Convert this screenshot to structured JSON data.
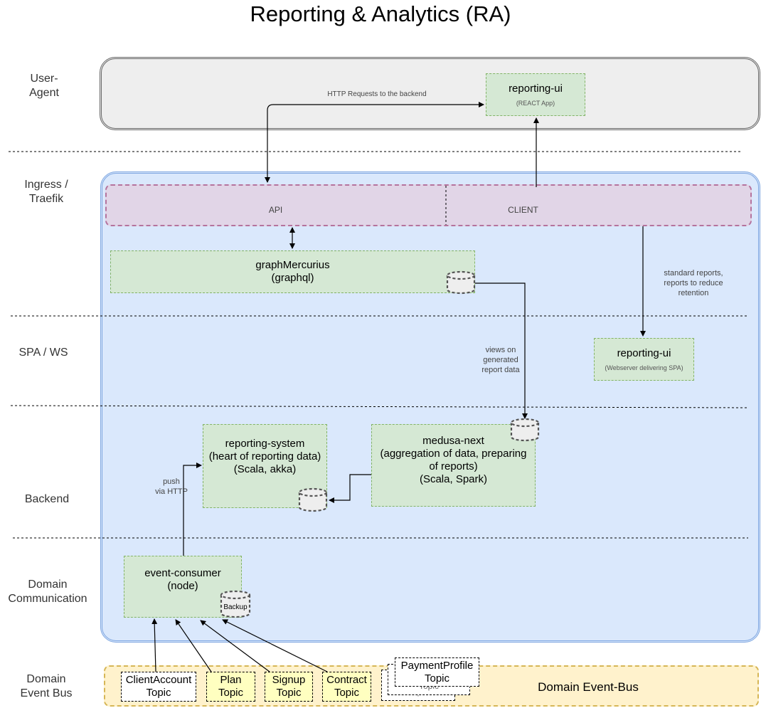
{
  "title": "Reporting & Analytics (RA)",
  "lanes": {
    "user_agent": "User-\nAgent",
    "ingress": "Ingress /\nTraefik",
    "spa": "SPA / WS",
    "backend": "Backend",
    "domain_comm": "Domain\nCommunication",
    "event_bus": "Domain\nEvent Bus"
  },
  "nodes": {
    "reporting_ui_top": {
      "name": "reporting-ui",
      "sub": "(REACT App)"
    },
    "ingress_api": "API",
    "ingress_client": "CLIENT",
    "graph": {
      "name": "graphMercurius\n(graphql)"
    },
    "reporting_ui_spa": {
      "name": "reporting-ui",
      "sub": "(Webserver delivering SPA)"
    },
    "reporting_system": {
      "name": "reporting-system\n(heart of reporting data)\n(Scala, akka)"
    },
    "medusa": {
      "name": "medusa-next\n(aggregation of data, preparing\nof reports)\n(Scala, Spark)"
    },
    "event_consumer": {
      "name": "event-consumer\n(node)"
    },
    "backup": "Backup"
  },
  "annotations": {
    "http_requests": "HTTP Requests to the backend",
    "standard_reports": "standard reports,\nreports to reduce\nretention",
    "views": "views on\ngenerated\nreport data",
    "push": "push\nvia HTTP"
  },
  "topics": {
    "client_account": "ClientAccount\nTopic",
    "plan": "Plan\nTopic",
    "signup": "Signup\nTopic",
    "contract": "Contract\nTopic",
    "payment_profile": "PaymentProfile\nTopic",
    "stack_hidden": "Topic",
    "stack_hidden_2": "Topic"
  },
  "event_bus_label": "Domain Event-Bus",
  "colors": {
    "user_agent_fill": "#eeeeee",
    "app_region_fill": "#dae8fc",
    "app_region_border": "#7ea6e0",
    "ingress_fill": "#e1d5e7",
    "ingress_border": "#b5739d",
    "node_fill": "#d5e8d4",
    "node_border": "#82b366",
    "bus_fill": "#fff2cc",
    "bus_border": "#d6b656",
    "topic_yellow": "#ffffc0"
  }
}
